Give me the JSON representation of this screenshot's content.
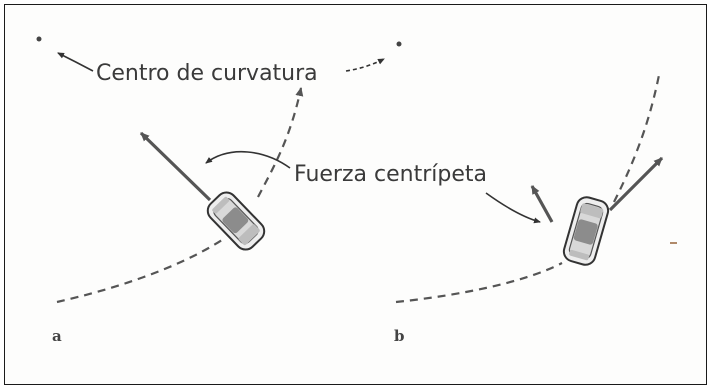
{
  "labels": {
    "center_of_curvature": "Centro de curvatura",
    "centripetal_force": "Fuerza centrípeta"
  },
  "panels": [
    {
      "id": "a",
      "label": "a"
    },
    {
      "id": "b",
      "label": "b"
    }
  ],
  "colors": {
    "ink": "#3a3a3a",
    "frame": "#1a1a1a",
    "arrow": "#555555",
    "car_body": "#eeeeee"
  }
}
